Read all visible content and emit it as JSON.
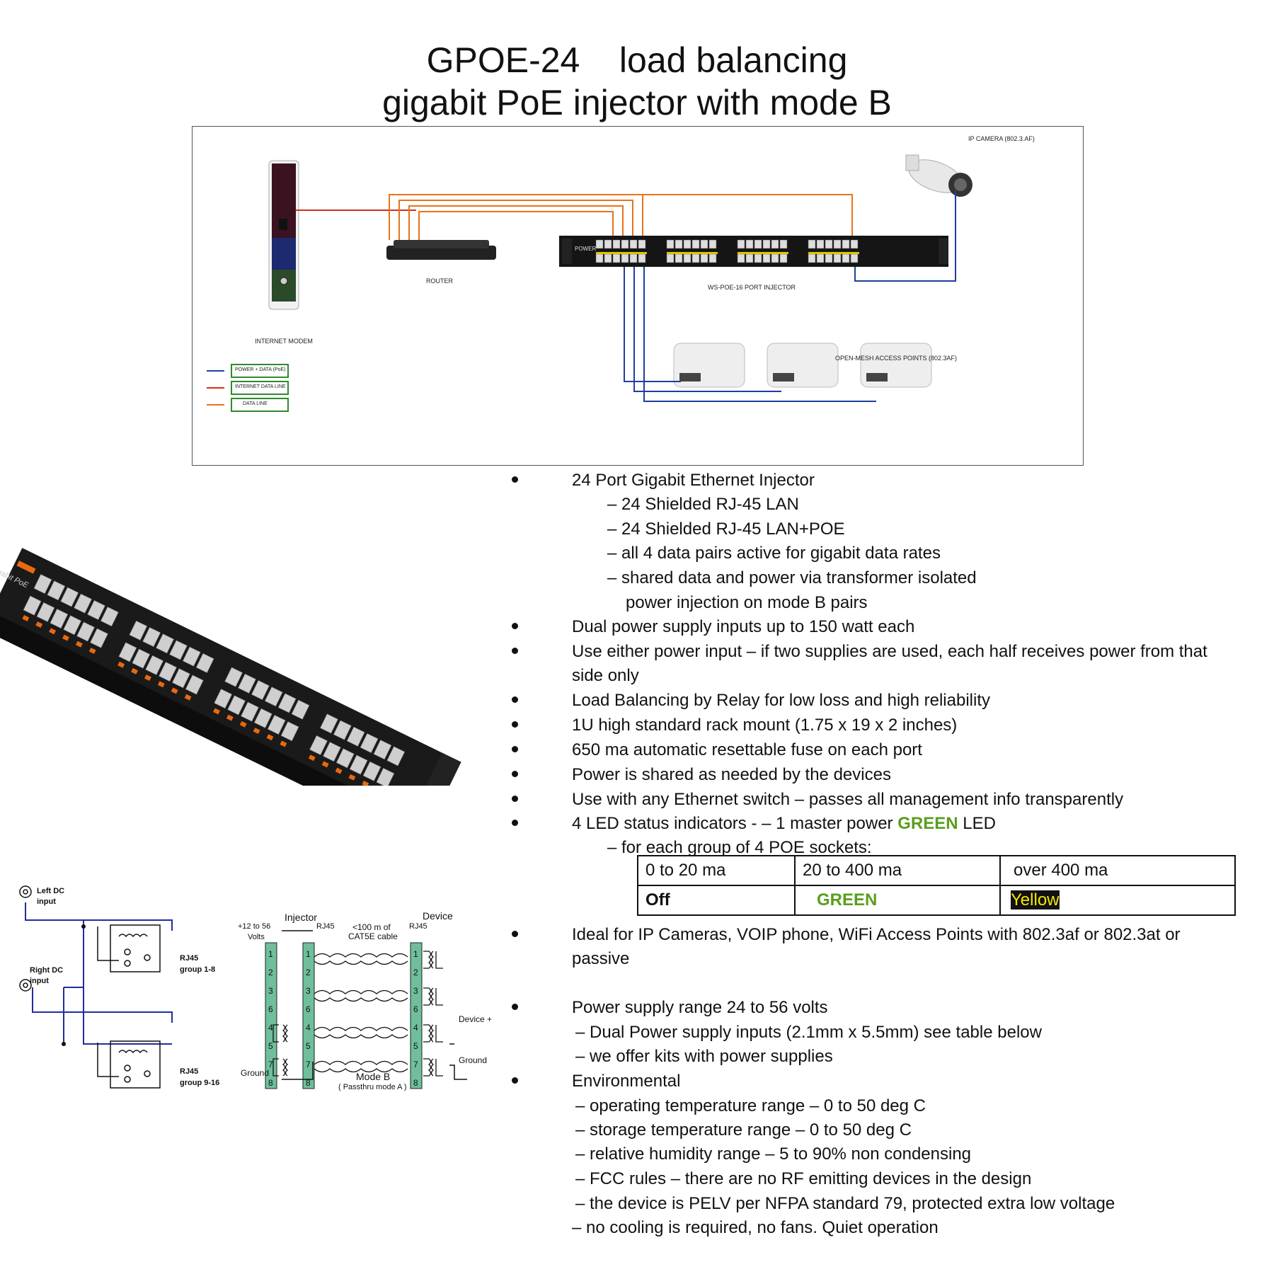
{
  "title": {
    "line1": "GPOE-24    load balancing",
    "line2": "gigabit PoE injector with mode B"
  },
  "diagram": {
    "camera_label": "IP CAMERA (802.3.AF)",
    "router_label": "ROUTER",
    "injector_label": "WS-POE-16 PORT INJECTOR",
    "modem_label": "INTERNET MODEM",
    "ap_label": "OPEN-MESH ACCESS POINTS (802.3AF)",
    "power_label": "POWER",
    "legend": [
      {
        "label": "POWER + DATA (PoE)",
        "color": "#1f3f9e"
      },
      {
        "label": "INTERNET DATA LINE",
        "color": "#d0301c"
      },
      {
        "label": "DATA LINE",
        "color": "#e8731a"
      }
    ]
  },
  "product_photo": {
    "brand_text": "Gigabit PoE"
  },
  "features": {
    "b1": "24 Port Gigabit Ethernet Injector",
    "b1_subs": [
      "– 24 Shielded RJ-45 LAN",
      "– 24 Shielded RJ-45 LAN+POE",
      "– all 4 data pairs active for gigabit data rates",
      "– shared data and power via transformer isolated",
      "power injection on mode B   pairs"
    ],
    "b2": "Dual power supply inputs up to 150 watt each",
    "b3_line1": "Use either power input – if two supplies are used, each half receives power from that",
    "b3_line2": "side only",
    "b4": "Load Balancing by Relay for low loss and high reliability",
    "b5": "1U high standard rack mount (1.75 x 19 x 2 inches)",
    "b6": "650 ma automatic resettable fuse on each port",
    "b7": "Power is shared as needed by the devices",
    "b8": "Use with any Ethernet switch – passes all management info transparently",
    "b9_prefix": "4 LED status indicators -      – 1 master power ",
    "b9_green": "GREEN",
    "b9_suffix": " LED",
    "b9_sub": "– for each group of 4 POE sockets:",
    "led_table": {
      "headers": [
        "0 to 20 ma",
        "20 to 400 ma",
        "over 400 ma"
      ],
      "values": [
        "Off",
        "GREEN",
        "Yellow"
      ]
    },
    "b10_line1": "Ideal for IP Cameras, VOIP phone, WiFi Access Points with 802.3af or 802.3at or",
    "b10_line2": "passive",
    "b11": "Power supply range 24 to 56 volts",
    "b11_subs": [
      "– Dual Power supply inputs  (2.1mm x 5.5mm) see table below",
      "– we offer kits with power supplies"
    ],
    "b12": "Environmental",
    "b12_subs": [
      "– operating temperature range – 0 to 50 deg C",
      "– storage temperature range – 0 to 50 deg C",
      "– relative humidity range – 5 to 90% non condensing",
      "– FCC rules – there are no RF emitting devices in the design",
      "– the device is PELV per NFPA standard 79, protected extra low voltage"
    ],
    "b12_last": "– no cooling is required, no fans.  Quiet operation"
  },
  "relay_schematic": {
    "left_dc": "Left DC",
    "left_dc2": "input",
    "right_dc": "Right DC",
    "right_dc2": "input",
    "rj45_a": "RJ45",
    "group_a": "group 1-8",
    "rj45_b": "RJ45",
    "group_b": "group 9-16"
  },
  "modeb_schematic": {
    "injector": "Injector",
    "device": "Device",
    "volts1": "+12 to 56",
    "volts2": "Volts",
    "rj45_inj": "RJ45",
    "cable1": "<100 m of",
    "cable2": "CAT5E cable",
    "rj45_dev": "RJ45",
    "device_plus": "Device +",
    "ground_left": "Ground",
    "ground_right": "Ground",
    "mode": "Mode B",
    "mode_sub": "( Passthru mode A )",
    "pins": [
      "1",
      "2",
      "3",
      "6",
      "4",
      "5",
      "7",
      "8"
    ]
  }
}
